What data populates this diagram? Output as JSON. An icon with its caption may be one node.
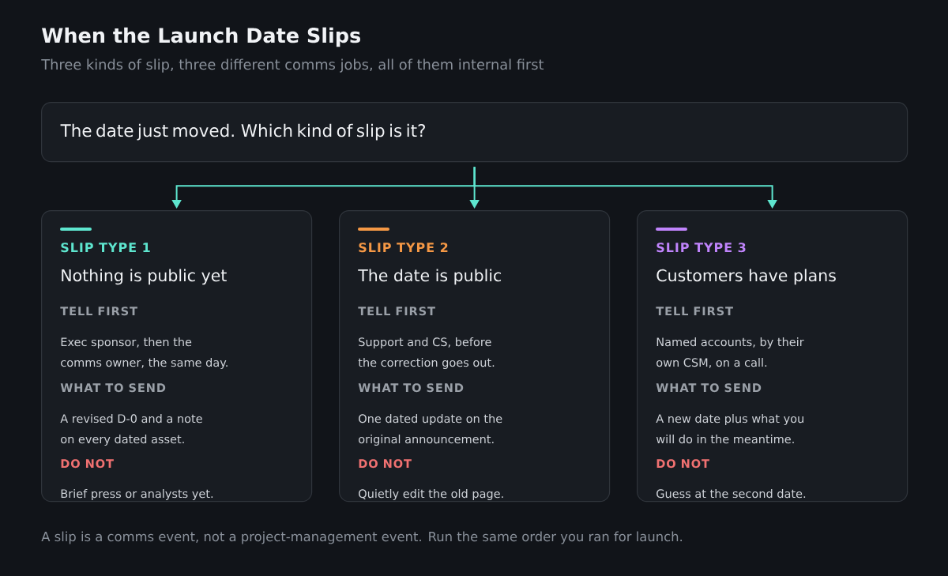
{
  "diagram": {
    "title": "When the Launch Date Slips",
    "labels": [
      "Three kinds of slip, three different comms jobs, all of them internal first"
    ],
    "nodes": [
      {
        "text": [
          "The date just moved. Which kind of slip is it?"
        ]
      },
      {
        "text": [
          "SLIP TYPE 1",
          "Nothing is public yet",
          "TELL FIRST",
          "Exec sponsor, then the comms owner, the same day.",
          "WHAT TO SEND",
          "A revised D-0 and a note on every dated asset.",
          "DO NOT",
          "Brief press or analysts yet."
        ]
      },
      {
        "text": [
          "SLIP TYPE 2",
          "The date is public",
          "TELL FIRST",
          "Support and CS, before the correction goes out.",
          "WHAT TO SEND",
          "One dated update on the original announcement.",
          "DO NOT",
          "Quietly edit the old page."
        ]
      },
      {
        "text": [
          "SLIP TYPE 3",
          "Customers have plans",
          "TELL FIRST",
          "Named accounts, by their own CSM, on a call.",
          "WHAT TO SEND",
          "A new date plus what you will do in the meantime.",
          "DO NOT",
          "Guess at the second date."
        ]
      }
    ],
    "edges": [
      {
        "from": 0,
        "to": 1,
        "arrow": "to"
      },
      {
        "from": 0,
        "to": 2,
        "arrow": "to"
      },
      {
        "from": 0,
        "to": 3,
        "arrow": "to"
      }
    ],
    "caption": "A slip is a comms event, not a project-management event. Run the same order you ran for launch."
  }
}
